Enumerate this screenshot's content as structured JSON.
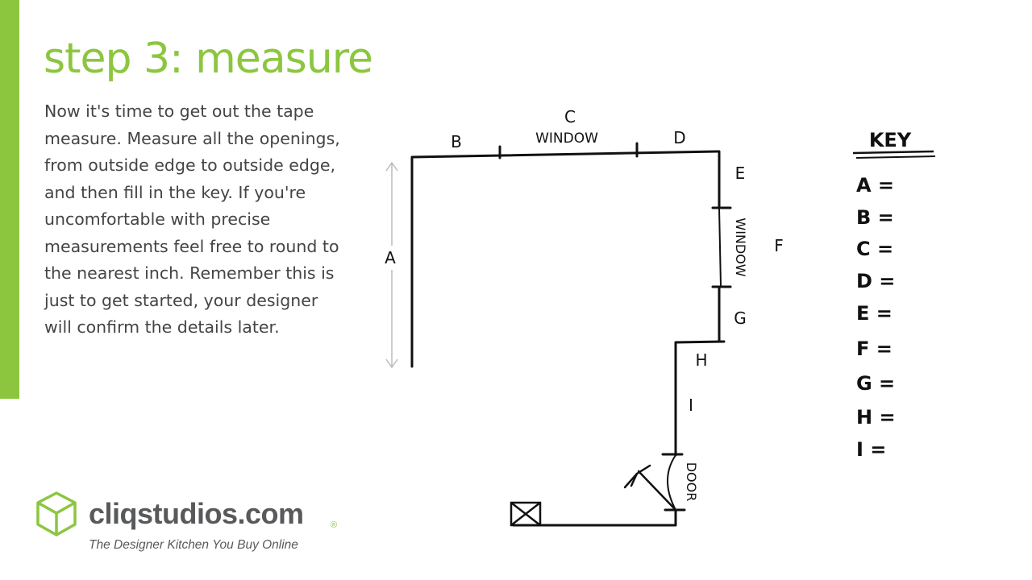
{
  "slide": {
    "title": "step 3: measure",
    "instructions": "Now it's time to get out the tape measure. Measure all the openings, from outside edge to outside edge, and then fill in the key. If you're uncomfortable with precise measurements feel free to round to the nearest inch. Remember this is just to get started, your designer will confirm the details later."
  },
  "diagram": {
    "labels": {
      "a": "A",
      "b": "B",
      "c": "C",
      "c_sub": "WINDOW",
      "d": "D",
      "e": "E",
      "f": "F",
      "f_sub": "WINDOW",
      "g": "G",
      "h": "H",
      "i": "I",
      "door": "DOOR"
    }
  },
  "key": {
    "heading": "KEY",
    "rows": [
      "A =",
      "B =",
      "C =",
      "D =",
      "E =",
      "F =",
      "G =",
      "H =",
      "I ="
    ]
  },
  "brand": {
    "logo_text": "cliqstudios.com",
    "reg_mark": "®",
    "tagline": "The Designer Kitchen You Buy Online",
    "accent_color": "#8cc63f",
    "text_color": "#58595b"
  }
}
